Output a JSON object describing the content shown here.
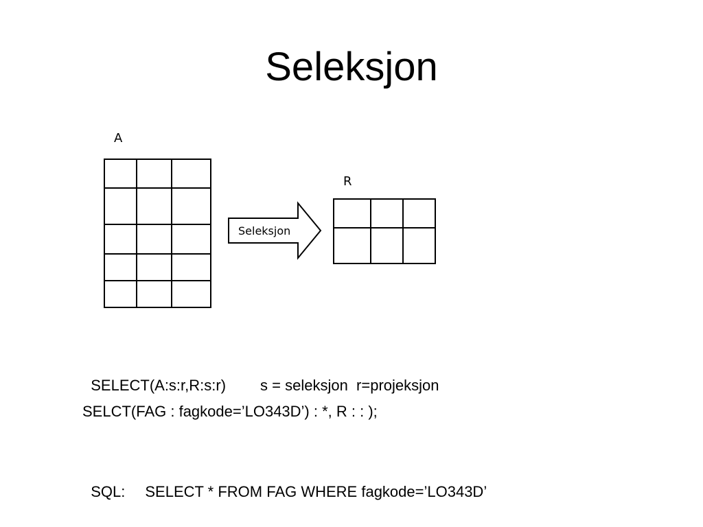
{
  "slide": {
    "title": "Seleksjon"
  },
  "diagram": {
    "table_a_label": "A",
    "table_r_label": "R",
    "arrow_label": "Seleksjon"
  },
  "notes": {
    "line1_formula": "SELECT(A:s:r,R:s:r)",
    "line1_legend": "s = seleksjon  r=projeksjon",
    "line2": "SELCT(FAG : fagkode=’LO343D’) : *, R : : );",
    "line3_prefix": "SQL:",
    "line3_query": "SELECT * FROM FAG WHERE fagkode=’LO343D’"
  }
}
